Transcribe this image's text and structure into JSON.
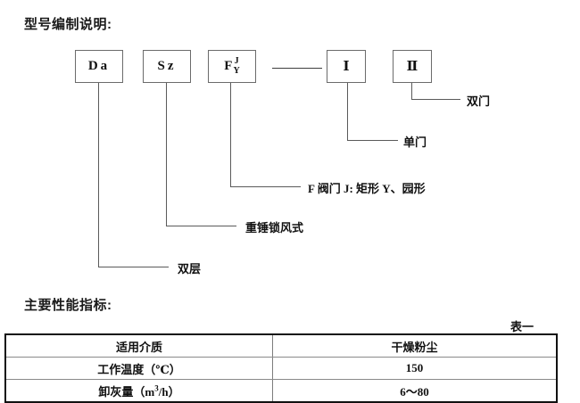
{
  "document": {
    "sections": {
      "model_heading": "型号编制说明:",
      "performance_heading": "主要性能指标:"
    }
  },
  "model_diagram": {
    "boxes": [
      {
        "id": "box-da",
        "text": "Da"
      },
      {
        "id": "box-sz",
        "text": "Sz"
      },
      {
        "id": "box-f",
        "base": "F",
        "numerator": "J",
        "denominator": "Y"
      },
      {
        "id": "box-roman-1",
        "text": "Ⅰ"
      },
      {
        "id": "box-roman-2",
        "text": "Ⅱ"
      }
    ],
    "annotations": [
      {
        "id": "annotation-shuangmen",
        "text": "双门"
      },
      {
        "id": "annotation-danmen",
        "text": "单门"
      },
      {
        "id": "annotation-famen",
        "text": "F 阀门 J: 矩形  Y、园形"
      },
      {
        "id": "annotation-zhongchui",
        "text": "重锤锁风式"
      },
      {
        "id": "annotation-shuangceng",
        "text": "双层"
      }
    ]
  },
  "performance_table": {
    "caption": "表一",
    "rows": [
      {
        "label": "适用介质",
        "value": "干燥粉尘"
      },
      {
        "label_prefix": "工作温度（",
        "label_unit": "℃",
        "label_suffix": "）",
        "value": "150"
      },
      {
        "label_prefix": "卸灰量（",
        "label_unit_base": "m",
        "label_unit_sup": "3",
        "label_unit_rest": "/h",
        "label_suffix": "）",
        "value": "6～80"
      }
    ]
  }
}
